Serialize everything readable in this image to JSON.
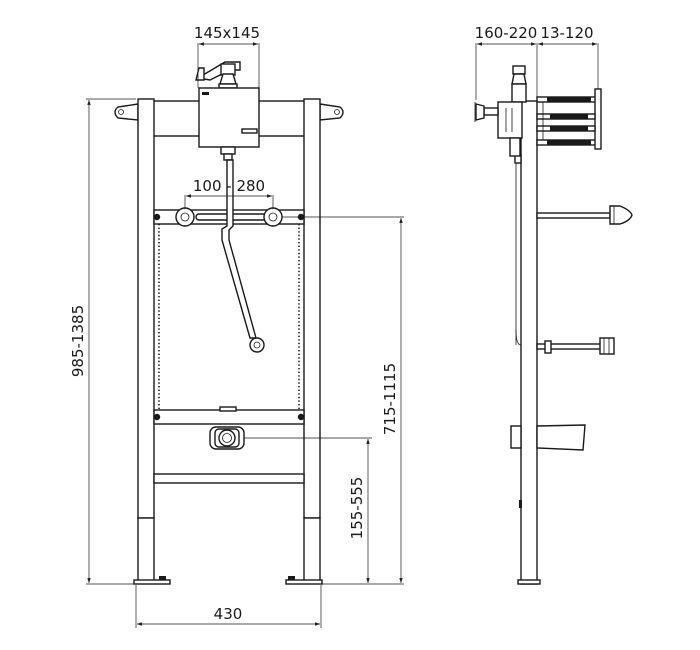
{
  "diagram": {
    "dimensions": {
      "valve_box": "145x145",
      "depth_range": "160-220",
      "offset_range": "13-120",
      "connection_spacing": "100 - 280",
      "total_height": "985-1385",
      "inlet_height": "715-1115",
      "outlet_height": "155-555",
      "frame_width": "430"
    }
  }
}
